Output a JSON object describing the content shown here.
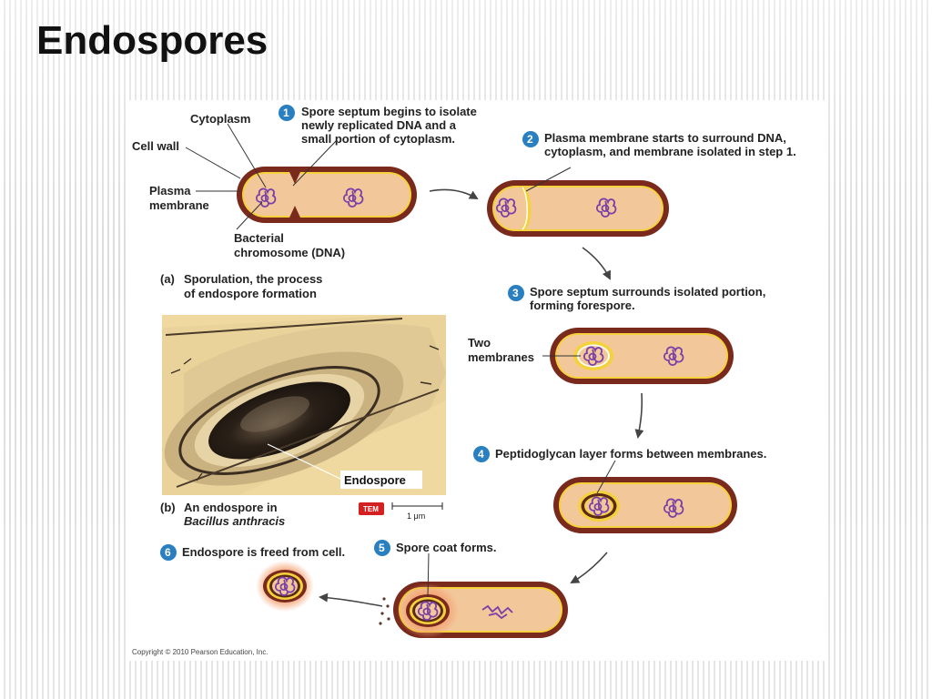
{
  "title": "Endospores",
  "labels": {
    "cytoplasm": "Cytoplasm",
    "cell_wall": "Cell wall",
    "plasma_line1": "Plasma",
    "plasma_line2": "membrane",
    "chromosome_line1": "Bacterial",
    "chromosome_line2": "chromosome (DNA)",
    "two_membranes_line1": "Two",
    "two_membranes_line2": "membranes",
    "endospore": "Endospore"
  },
  "steps": [
    {
      "number": "1",
      "lines": [
        "Spore septum begins to isolate",
        "newly replicated DNA and a",
        "small portion of cytoplasm."
      ]
    },
    {
      "number": "2",
      "lines": [
        "Plasma membrane starts to surround DNA,",
        "cytoplasm, and membrane isolated in step 1."
      ]
    },
    {
      "number": "3",
      "lines": [
        "Spore septum surrounds isolated portion,",
        "forming forespore."
      ]
    },
    {
      "number": "4",
      "lines": [
        "Peptidoglycan layer forms between membranes."
      ]
    },
    {
      "number": "5",
      "lines": [
        "Spore coat forms."
      ]
    },
    {
      "number": "6",
      "lines": [
        "Endospore is freed from cell."
      ]
    }
  ],
  "caption_a": {
    "letter": "(a)",
    "line1": "Sporulation, the process",
    "line2": "of endospore formation"
  },
  "caption_b": {
    "letter": "(b)",
    "line1": "An endospore in",
    "line2": "Bacillus anthracis"
  },
  "micrograph": {
    "badge": "TEM",
    "scale": "1 μm"
  },
  "copyright": "Copyright © 2010 Pearson Education, Inc.",
  "colors": {
    "step_circle": "#2a7fc1",
    "cell_wall": "#7a2a1c",
    "cytoplasm": "#f2c79a",
    "membrane": "#f5d23c",
    "dna": "#7a3fa8",
    "tem_badge": "#d42020",
    "micrograph_bg": "#f0d9a0"
  }
}
